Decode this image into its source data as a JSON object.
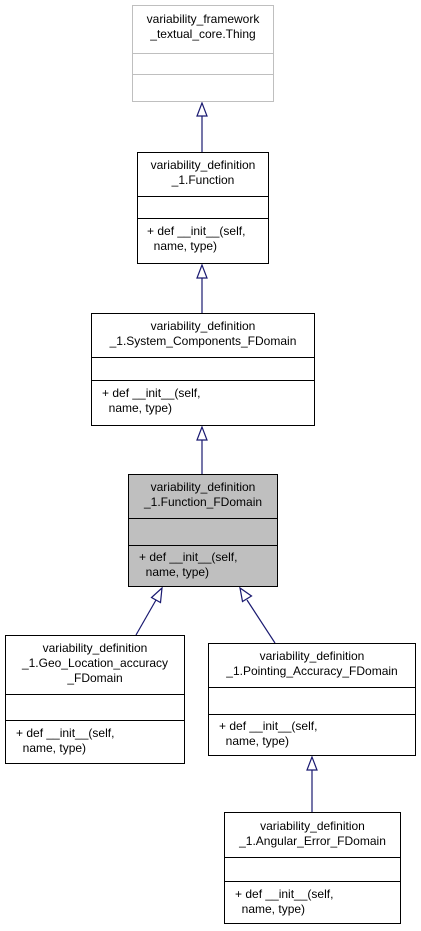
{
  "colors": {
    "edge": "#191970",
    "highlight_fill": "#bfbfbf",
    "faded_border": "#bfbfbf"
  },
  "nodes": [
    {
      "title": "variability_framework\n_textual_core.Thing",
      "methods": ""
    },
    {
      "title": "variability_definition\n_1.Function",
      "methods": "+ def __init__(self,\n  name, type)"
    },
    {
      "title": "variability_definition\n_1.System_Components_FDomain",
      "methods": "+ def __init__(self,\n  name, type)"
    },
    {
      "title": "variability_definition\n_1.Function_FDomain",
      "methods": "+ def __init__(self,\n  name, type)"
    },
    {
      "title": "variability_definition\n_1.Geo_Location_accuracy\n_FDomain",
      "methods": "+ def __init__(self,\n  name, type)"
    },
    {
      "title": "variability_definition\n_1.Pointing_Accuracy_FDomain",
      "methods": "+ def __init__(self,\n  name, type)"
    },
    {
      "title": "variability_definition\n_1.Angular_Error_FDomain",
      "methods": "+ def __init__(self,\n  name, type)"
    }
  ]
}
